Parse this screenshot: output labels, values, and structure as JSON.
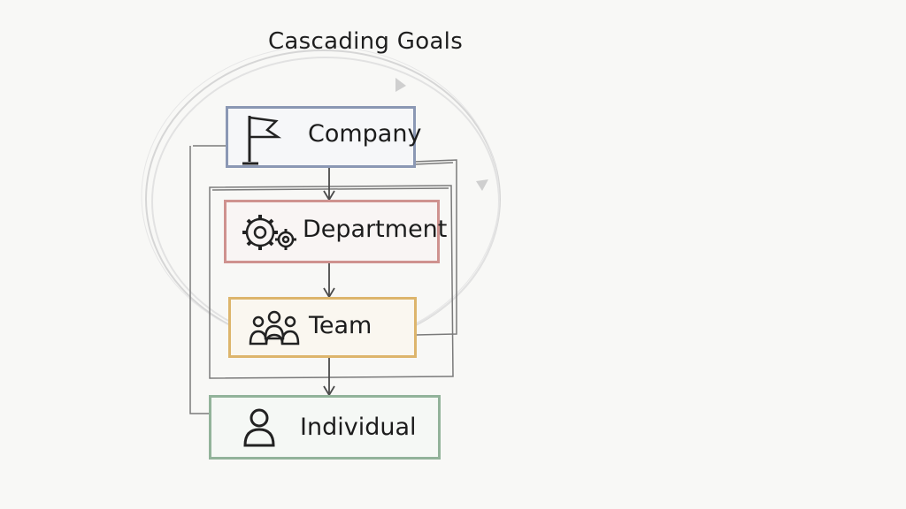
{
  "diagram": {
    "title": "Cascading Goals",
    "levels": [
      {
        "label": "Company",
        "icon": "flag-icon",
        "color": "#7d8fb0"
      },
      {
        "label": "Department",
        "icon": "gears-icon",
        "color": "#c98a86"
      },
      {
        "label": "Team",
        "icon": "people-icon",
        "color": "#d9b36a"
      },
      {
        "label": "Individual",
        "icon": "person-icon",
        "color": "#8fae95"
      }
    ]
  }
}
